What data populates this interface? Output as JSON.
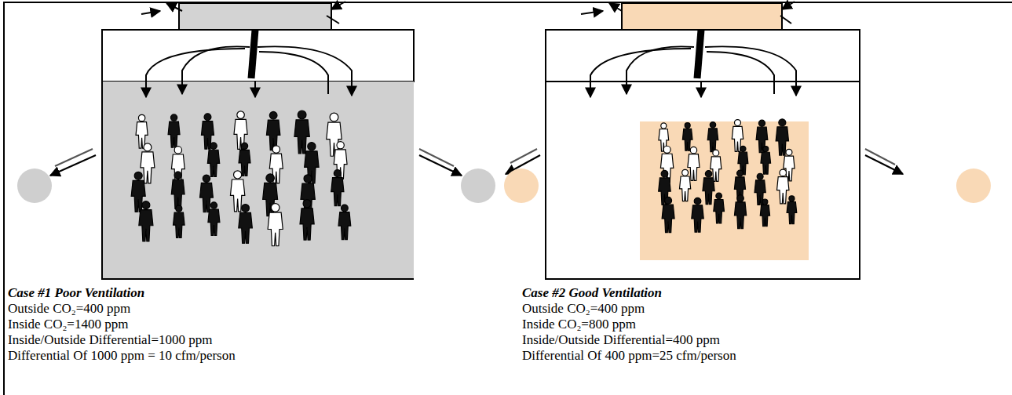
{
  "diagram": {
    "labels": [
      "Case #1 Poor Ventilation",
      "Outside CO₂=400 ppm",
      "Inside CO₂=1400 ppm",
      "Inside/Outside  Differential=1000 ppm",
      "Differential Of 1000 ppm = 10 cfm/person",
      "Case #2 Good Ventilation",
      "Outside CO₂=400 ppm",
      "Inside CO₂=800 ppm",
      "Inside/Outside Differential=400 ppm",
      "Differential Of 400 ppm=25 cfm/person"
    ]
  }
}
